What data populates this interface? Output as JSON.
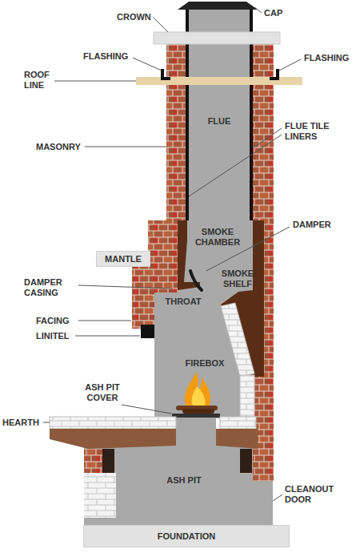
{
  "diagram": {
    "nodes": [
      {
        "text": [
          "MANTLE"
        ]
      },
      {
        "text": [
          "FOUNDATION"
        ]
      }
    ],
    "labels": [
      "CROWN",
      "CAP",
      "FLASHING",
      "FLASHING",
      "ROOF LINE",
      "FLUE",
      "MASONRY",
      "FLUE TILE LINERS",
      "SMOKE CHAMBER",
      "DAMPER",
      "SMOKE SHELF",
      "DAMPER CASING",
      "THROAT",
      "FACING",
      "LINITEL",
      "FIREBOX",
      "ASH PIT COVER",
      "HEARTH",
      "ASH PIT",
      "CLEANOUT DOOR"
    ]
  }
}
